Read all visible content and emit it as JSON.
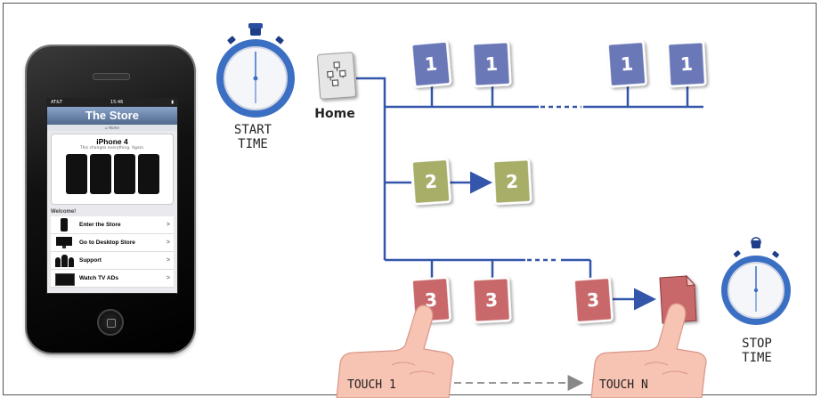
{
  "phone": {
    "status_carrier": "AT&T",
    "status_time": "15:46",
    "store_title": "The Store",
    "nav_text": "Home",
    "product_title": "iPhone 4",
    "product_tagline": "This changes everything. Again.",
    "welcome": "Welcome!",
    "menu": [
      {
        "label": "Enter the Store",
        "icon": "phone-thumb"
      },
      {
        "label": "Go to Desktop Store",
        "icon": "desktop-thumb"
      },
      {
        "label": "Support",
        "icon": "people-thumb"
      },
      {
        "label": "Watch TV ADs",
        "icon": "tv-thumb"
      }
    ],
    "chevron": ">"
  },
  "diagram": {
    "start_label_line1": "START",
    "start_label_line2": "TIME",
    "home_label": "Home",
    "stop_label_line1": "STOP",
    "stop_label_line2": "TIME",
    "touch1_label": "TOUCH 1",
    "touchn_label": "TOUCH N",
    "level1_pages": [
      "1",
      "1",
      "1",
      "1"
    ],
    "level2_pages": [
      "2",
      "2"
    ],
    "level3_pages": [
      "3",
      "3",
      "3"
    ],
    "colors": {
      "connector": "#3355aa",
      "page1": "#6a78b8",
      "page2": "#a8ad68",
      "page3": "#c9676a",
      "final_page": "#c9676a",
      "stopwatch": "#3a6fc4",
      "hand": "#f7c3b3"
    }
  }
}
